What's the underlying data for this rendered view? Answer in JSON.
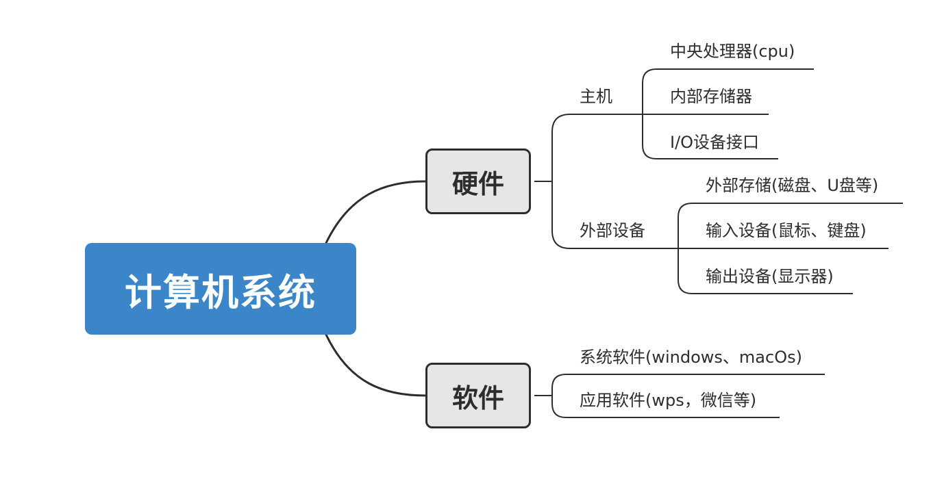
{
  "root": {
    "label": "计算机系统"
  },
  "hardware": {
    "label": "硬件",
    "host": {
      "label": "主机",
      "children": [
        "中央处理器(cpu)",
        "内部存储器",
        "I/O设备接口"
      ]
    },
    "peripheral": {
      "label": "外部设备",
      "children": [
        "外部存储(磁盘、U盘等)",
        "输入设备(鼠标、键盘)",
        "输出设备(显示器)"
      ]
    }
  },
  "software": {
    "label": "软件",
    "children": [
      "系统软件(windows、macOs)",
      "应用软件(wps，微信等)"
    ]
  },
  "colors": {
    "root_fill": "#3b86c9",
    "branch_fill": "#e6e6e6",
    "line": "#2d2d2d"
  }
}
